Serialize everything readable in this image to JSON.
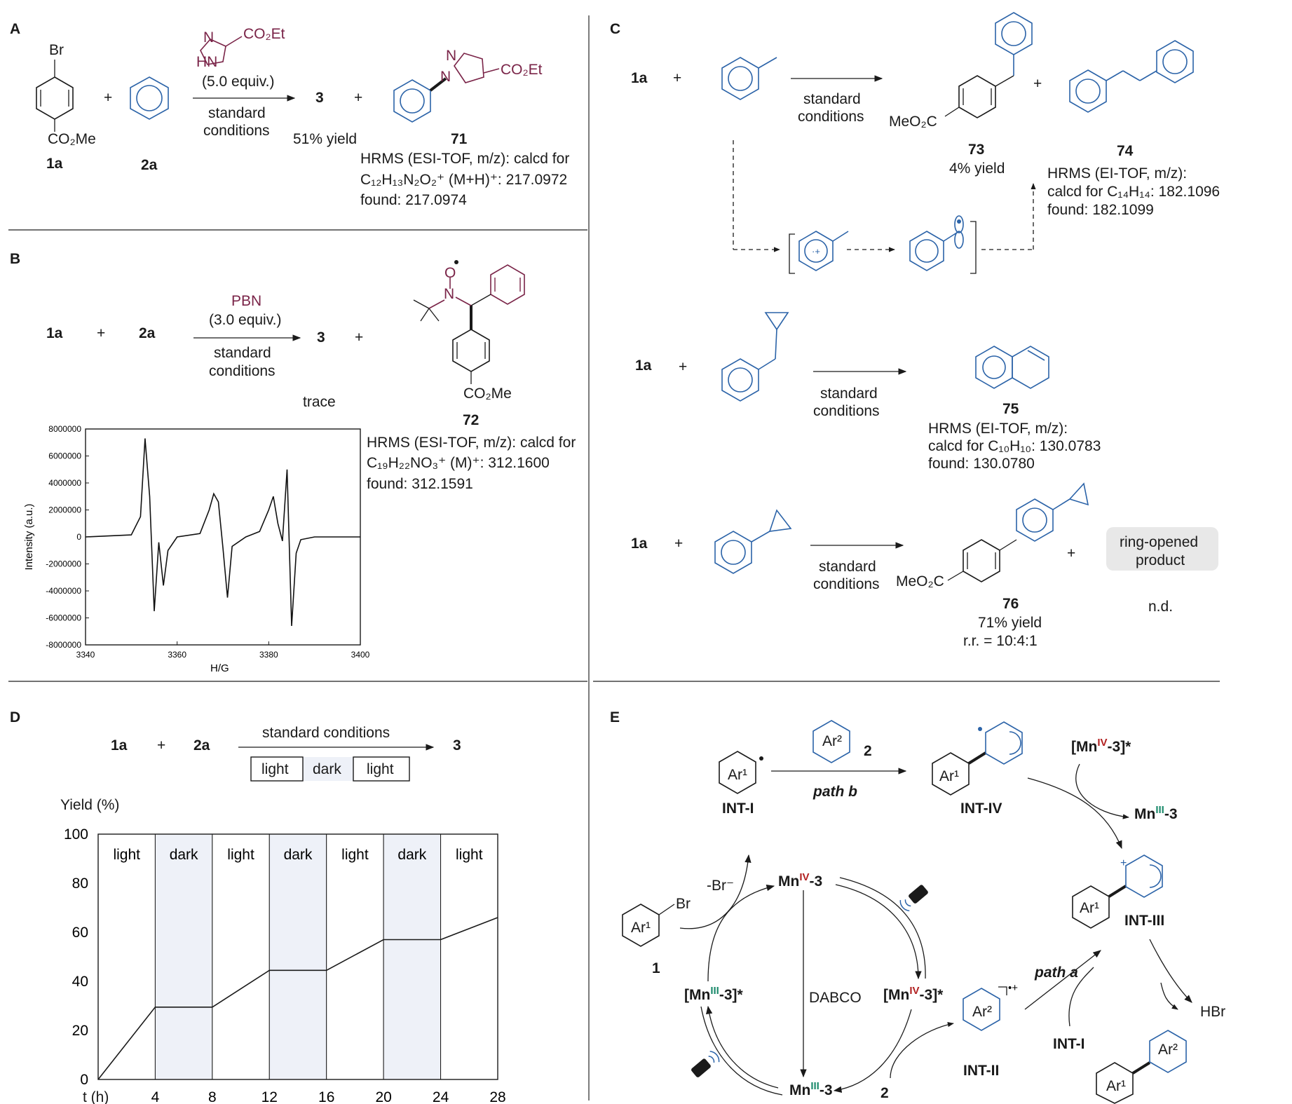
{
  "panels": {
    "a": "A",
    "b": "B",
    "c": "C",
    "d": "D",
    "e": "E"
  },
  "A": {
    "r1": "1a",
    "r2": "2a",
    "plus": "+",
    "br": "Br",
    "co2me": "CO₂Me",
    "reagent_co2et": "CO₂Et",
    "reagent_n": "N",
    "reagent_hn": "HN",
    "equiv": "(5.0 equiv.)",
    "cond1": "standard",
    "cond2": "conditions",
    "product": "3",
    "yield": "51% yield",
    "p71": "71",
    "p71_n1": "N",
    "p71_n2": "N",
    "p71_co2et": "CO₂Et",
    "hrms1": "HRMS (ESI-TOF, m/z): calcd for",
    "hrms2": "C₁₂H₁₃N₂O₂⁺ (M+H)⁺: 217.0972",
    "hrms3": "found: 217.0974"
  },
  "B": {
    "r1": "1a",
    "r2": "2a",
    "plus": "+",
    "reagent": "PBN",
    "equiv": "(3.0 equiv.)",
    "cond1": "standard",
    "cond2": "conditions",
    "product": "3",
    "trace": "trace",
    "o": "O",
    "n": "N",
    "co2me": "CO₂Me",
    "p72": "72",
    "hrms1": "HRMS (ESI-TOF, m/z): calcd for",
    "hrms2": "C₁₉H₂₂NO₃⁺ (M)⁺: 312.1600",
    "hrms3": "found: 312.1591"
  },
  "chart_data": {
    "type": "line",
    "series": [
      {
        "x": [
          3340,
          3350,
          3352,
          3353,
          3354,
          3355,
          3356,
          3357,
          3358,
          3360,
          3365,
          3367,
          3368,
          3369,
          3370,
          3371,
          3372,
          3375,
          3378,
          3380,
          3381,
          3382,
          3383,
          3384,
          3385,
          3386,
          3387,
          3390,
          3400
        ],
        "y": [
          0,
          150000,
          1500000,
          7300000,
          3000000,
          -5500000,
          -400000,
          -3600000,
          -1000000,
          0,
          250000,
          2000000,
          3200000,
          2600000,
          -800000,
          -4500000,
          -700000,
          0,
          400000,
          2000000,
          3000000,
          1000000,
          -300000,
          5000000,
          -6600000,
          -1200000,
          -200000,
          0,
          0
        ]
      }
    ],
    "xlim": [
      3340,
      3400
    ],
    "ylim": [
      -8000000,
      8000000
    ],
    "xticks": [
      "3340",
      "3360",
      "3380",
      "3400"
    ],
    "yticks": [
      "8000000",
      "6000000",
      "4000000",
      "2000000",
      "0",
      "-2000000",
      "-4000000",
      "-6000000",
      "-8000000"
    ],
    "xlabel": "H/G",
    "ylabel": "Intensity (a.u.)"
  },
  "C": {
    "r1": "1a",
    "plus": "+",
    "cond1": "standard",
    "cond2": "conditions",
    "p73": "73",
    "p73_yield": "4% yield",
    "meo2c": "MeO₂C",
    "p74": "74",
    "p74_h1": "HRMS (EI-TOF, m/z):",
    "p74_h2": "calcd for C₁₄H₁₄: 182.1096",
    "p74_h3": "found: 182.1099",
    "p75": "75",
    "p75_h1": "HRMS (EI-TOF, m/z):",
    "p75_h2": "calcd for C₁₀H₁₀: 130.0783",
    "p75_h3": "found: 130.0780",
    "p76": "76",
    "p76_yield": "71% yield",
    "p76_rr": "r.r. = 10:4:1",
    "ring1": "ring-opened",
    "ring2": "product",
    "nd": "n.d."
  },
  "D": {
    "r1": "1a",
    "r2": "2a",
    "plus": "+",
    "cond": "standard conditions",
    "product": "3",
    "box1": "light",
    "box2": "dark",
    "box3": "light",
    "ylabel": "Yield (%)",
    "xlabel": "t (h)",
    "yticks": [
      "100",
      "80",
      "60",
      "40",
      "20",
      "0"
    ],
    "xticks": [
      "4",
      "8",
      "12",
      "16",
      "20",
      "24",
      "28"
    ],
    "bands": [
      "light",
      "dark",
      "light",
      "dark",
      "light",
      "dark",
      "light"
    ],
    "chart": {
      "x": [
        0,
        4,
        8,
        12,
        16,
        20,
        24,
        28
      ],
      "y": [
        0,
        29.5,
        29.5,
        44.5,
        44.5,
        57,
        57,
        66
      ],
      "xlim": [
        0,
        28
      ],
      "ylim": [
        0,
        100
      ]
    }
  },
  "E": {
    "int1": "INT-I",
    "int2": "INT-II",
    "int3": "INT-III",
    "int4": "INT-IV",
    "ar1": "Ar¹",
    "ar2": "Ar²",
    "two": "2",
    "one": "1",
    "br": "Br",
    "neg_br": "-Br⁻",
    "path_a": "path a",
    "path_b": "path b",
    "dabco": "DABCO",
    "hbr": "HBr",
    "mn4": "Mn",
    "mn3": "Mn",
    "suf3": "-3",
    "mn4s": "[Mn",
    "mn3s": "[Mn",
    "sufs": "-3]*",
    "iv": "IV",
    "iii": "III",
    "radcat": "•+",
    "intI_r": "INT-I"
  }
}
